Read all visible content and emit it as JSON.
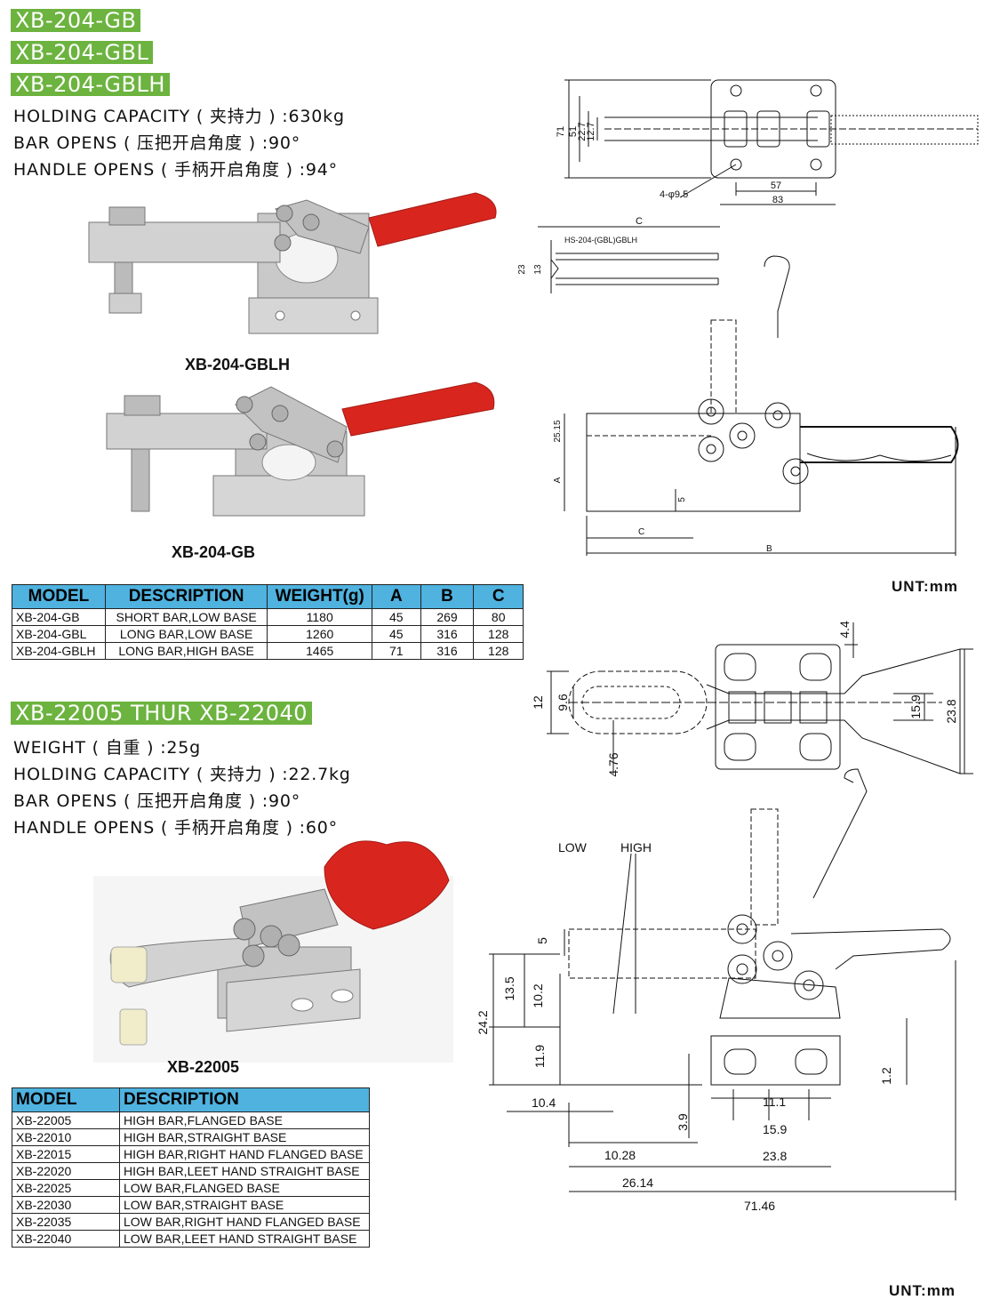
{
  "section1": {
    "models": [
      "XB-204-GB",
      "XB-204-GBL",
      "XB-204-GBLH"
    ],
    "specs": [
      "HOLDING CAPACITY ( 夹持力 ) :630kg",
      "BAR OPENS ( 压把开启角度 ) :90°",
      "HANDLE OPENS ( 手柄开启角度 ) :94°"
    ],
    "photo_captions": [
      "XB-204-GBLH",
      "XB-204-GB"
    ],
    "table": {
      "headers": [
        "MODEL",
        "DESCRIPTION",
        "WEIGHT(g)",
        "A",
        "B",
        "C"
      ],
      "rows": [
        [
          "XB-204-GB",
          "SHORT BAR,LOW BASE",
          "1180",
          "45",
          "269",
          "80"
        ],
        [
          "XB-204-GBL",
          "LONG BAR,LOW BASE",
          "1260",
          "45",
          "316",
          "128"
        ],
        [
          "XB-204-GBLH",
          "LONG BAR,HIGH BASE",
          "1465",
          "71",
          "316",
          "128"
        ]
      ]
    },
    "drawing_labels": {
      "d71": "71",
      "d51": "51",
      "d22_7": "22.7",
      "d12_7": "12.7",
      "d57": "57",
      "d83": "83",
      "holes": "4-φ9.5",
      "c": "C",
      "hs": "HS-204-(GBL)GBLH",
      "d23": "23",
      "d13": "13",
      "d25_15": "25.15",
      "a": "A",
      "d5": "5",
      "c2": "C",
      "b": "B"
    },
    "unit": "UNT:mm"
  },
  "section2": {
    "model_range": "XB-22005 THUR XB-22040",
    "specs": [
      "WEIGHT ( 自重 ) :25g",
      "HOLDING CAPACITY ( 夹持力 ) :22.7kg",
      "BAR OPENS ( 压把开启角度 ) :90°",
      "HANDLE OPENS ( 手柄开启角度 ) :60°"
    ],
    "photo_caption": "XB-22005",
    "table": {
      "headers": [
        "MODEL",
        "DESCRIPTION"
      ],
      "rows": [
        [
          "XB-22005",
          "HIGH BAR,FLANGED BASE"
        ],
        [
          "XB-22010",
          "HIGH BAR,STRAIGHT BASE"
        ],
        [
          "XB-22015",
          "HIGH BAR,RIGHT HAND FLANGED BASE"
        ],
        [
          "XB-22020",
          "HIGH BAR,LEET HAND STRAIGHT BASE"
        ],
        [
          "XB-22025",
          "LOW BAR,FLANGED BASE"
        ],
        [
          "XB-22030",
          "LOW BAR,STRAIGHT BASE"
        ],
        [
          "XB-22035",
          "LOW BAR,RIGHT HAND FLANGED BASE"
        ],
        [
          "XB-22040",
          "LOW BAR,LEET HAND STRAIGHT BASE"
        ]
      ]
    },
    "drawing_labels": {
      "d4_4": "4.4",
      "d12": "12",
      "d9_6": "9.6",
      "d4_76": "4.76",
      "d15_9": "15.9",
      "d23_8": "23.8",
      "low": "LOW",
      "high": "HIGH",
      "d5": "5",
      "d13_5": "13.5",
      "d10_2": "10.2",
      "d24_2": "24.2",
      "d11_9": "11.9",
      "d10_4": "10.4",
      "d3_9": "3.9",
      "d11_1": "11.1",
      "d15_9b": "15.9",
      "d23_8b": "23.8",
      "d1_2": "1.2",
      "d10_28": "10.28",
      "d26_14": "26.14",
      "d71_46": "71.46"
    },
    "unit": "UNT:mm"
  },
  "colors": {
    "badge": "#6cb33f",
    "table_header": "#4fb2df",
    "handle": "#d8261f"
  }
}
